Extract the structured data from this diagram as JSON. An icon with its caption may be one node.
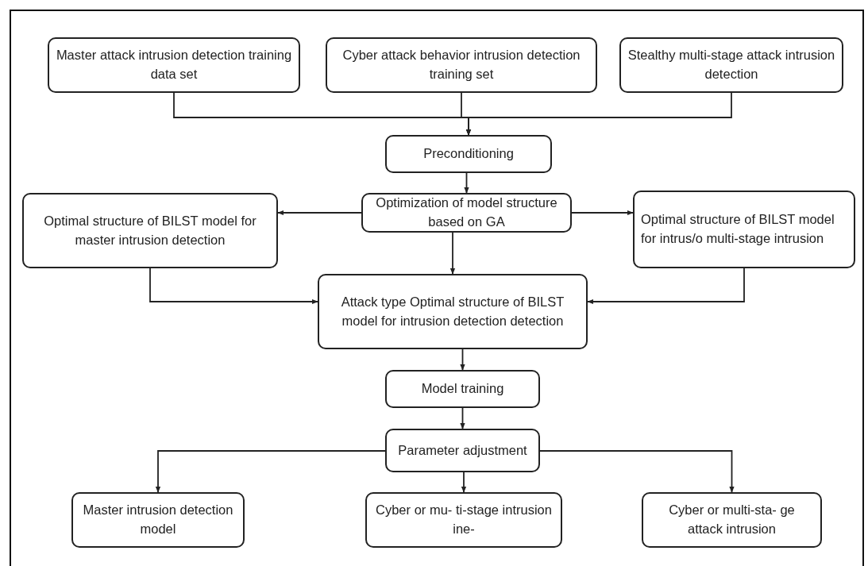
{
  "diagram": {
    "nodes": [
      {
        "text": [
          "Master attack intrusion detection training data set"
        ]
      },
      {
        "text": [
          "Cyber attack behavior intrusion detection training set"
        ]
      },
      {
        "text": [
          "Stealthy multi-stage attack intrusion detection"
        ]
      },
      {
        "text": [
          "Preconditioning"
        ]
      },
      {
        "text": [
          "Optimal structure of BILST model for master intrusion detection"
        ]
      },
      {
        "text": [
          "Optimization of model structure based on GA"
        ]
      },
      {
        "text": [
          "Optimal structure of BILST model for intrus/o multi-stage intrusion"
        ]
      },
      {
        "text": [
          "Attack type Optimal structure of BILST model for intrusion detection detection"
        ]
      },
      {
        "text": [
          "Model training"
        ]
      },
      {
        "text": [
          "Parameter adjustment"
        ]
      },
      {
        "text": [
          "Master intrusion detection model"
        ]
      },
      {
        "text": [
          "Cyber or mu- ti-stage intrusion ine-"
        ]
      },
      {
        "text": [
          "Cyber or multi-sta- ge attack intrusion"
        ]
      }
    ],
    "edges": [
      {
        "from": 0,
        "to": 3,
        "arrow": "to"
      },
      {
        "from": 1,
        "to": 3,
        "arrow": "to"
      },
      {
        "from": 2,
        "to": 3,
        "arrow": "to"
      },
      {
        "from": 3,
        "to": 5,
        "arrow": "to"
      },
      {
        "from": 5,
        "to": 4,
        "arrow": "to"
      },
      {
        "from": 5,
        "to": 6,
        "arrow": "to"
      },
      {
        "from": 5,
        "to": 7,
        "arrow": "to"
      },
      {
        "from": 4,
        "to": 7,
        "arrow": "to"
      },
      {
        "from": 6,
        "to": 7,
        "arrow": "to"
      },
      {
        "from": 7,
        "to": 8,
        "arrow": "to"
      },
      {
        "from": 8,
        "to": 9,
        "arrow": "to"
      },
      {
        "from": 9,
        "to": 10,
        "arrow": "to"
      },
      {
        "from": 9,
        "to": 11,
        "arrow": "to"
      },
      {
        "from": 9,
        "to": 12,
        "arrow": "to"
      }
    ]
  }
}
